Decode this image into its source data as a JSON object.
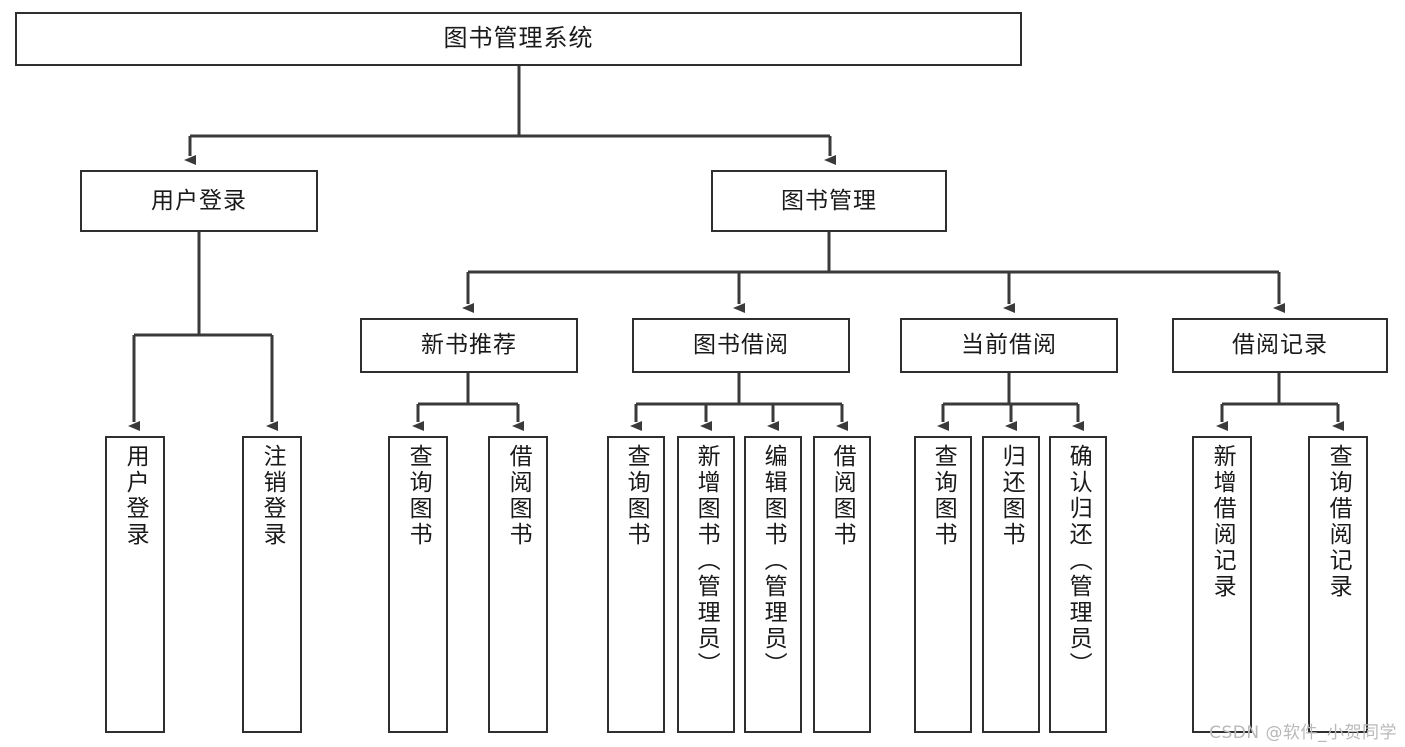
{
  "diagram": {
    "title": "图书管理系统",
    "type": "tree",
    "root": {
      "id": "root",
      "label": "图书管理系统"
    },
    "level2": [
      {
        "id": "user-login",
        "label": "用户登录"
      },
      {
        "id": "book-manage",
        "label": "图书管理"
      }
    ],
    "level3": [
      {
        "id": "new-book-recommend",
        "label": "新书推荐",
        "parent": "book-manage"
      },
      {
        "id": "book-borrow",
        "label": "图书借阅",
        "parent": "book-manage"
      },
      {
        "id": "current-borrow",
        "label": "当前借阅",
        "parent": "book-manage"
      },
      {
        "id": "borrow-record",
        "label": "借阅记录",
        "parent": "book-manage"
      }
    ],
    "leaves": {
      "user_login": [
        {
          "id": "leaf-user-login",
          "label": "用户登录"
        },
        {
          "id": "leaf-user-logout",
          "label": "注销登录"
        }
      ],
      "new_book_recommend": [
        {
          "id": "leaf-query-book-1",
          "label": "查询图书"
        },
        {
          "id": "leaf-borrow-book-1",
          "label": "借阅图书"
        }
      ],
      "book_borrow": [
        {
          "id": "leaf-query-book-2",
          "label": "查询图书"
        },
        {
          "id": "leaf-add-book",
          "label": "新增图书（管理员）"
        },
        {
          "id": "leaf-edit-book",
          "label": "编辑图书（管理员）"
        },
        {
          "id": "leaf-borrow-book-2",
          "label": "借阅图书"
        }
      ],
      "current_borrow": [
        {
          "id": "leaf-query-book-3",
          "label": "查询图书"
        },
        {
          "id": "leaf-return-book",
          "label": "归还图书"
        },
        {
          "id": "leaf-confirm-return",
          "label": "确认归还（管理员）"
        }
      ],
      "borrow_record": [
        {
          "id": "leaf-add-record",
          "label": "新增借阅记录"
        },
        {
          "id": "leaf-query-record",
          "label": "查询借阅记录"
        }
      ]
    },
    "colors": {
      "box_border": "#2f2f2f",
      "box_fill": "#ffffff",
      "connector": "#3a3a3a",
      "text": "#1a1a1a",
      "watermark": "#b9b9b9",
      "background": "#ffffff"
    }
  },
  "watermark": {
    "text": "CSDN @软件_小贺同学"
  }
}
